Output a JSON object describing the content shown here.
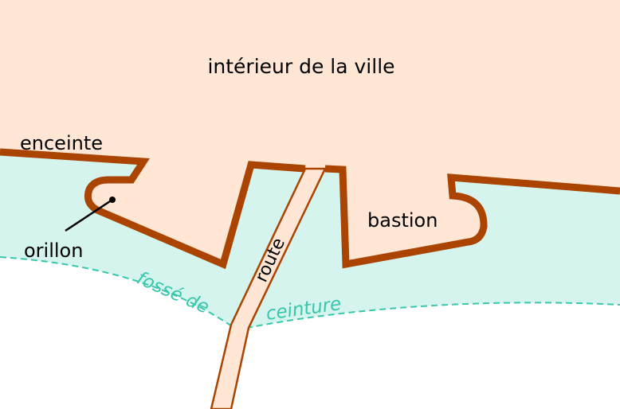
{
  "labels": {
    "interior": "intérieur de la ville",
    "enceinte": "enceinte",
    "orillon": "orillon",
    "bastion": "bastion",
    "route": "route",
    "fosse_1": "fossé de",
    "fosse_2": "ceinture"
  },
  "colors": {
    "interior": "#ffe6d5",
    "moat": "#d5f4ee",
    "wall": "#aa4400",
    "moat_line": "#37c8ab",
    "text": "#000000"
  }
}
